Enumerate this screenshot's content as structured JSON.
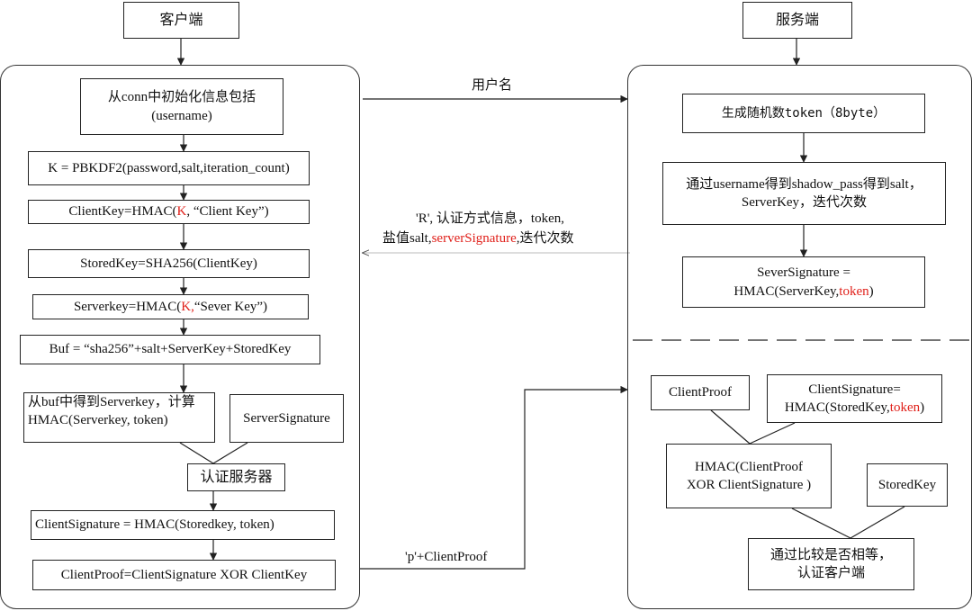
{
  "client_header": "客户端",
  "server_header": "服务端",
  "client": {
    "init": [
      "从conn中初始化信息包括",
      "(username)"
    ],
    "k_derive": "K = PBKDF2(password,salt,iteration_count)",
    "client_key": {
      "pre": "ClientKey=HMAC(",
      "red": "K",
      "post": ", “Client Key”)"
    },
    "stored_key": "StoredKey=SHA256(ClientKey)",
    "server_key": {
      "pre": "Serverkey=HMAC(",
      "red": "K,",
      "post": "“Sever Key”)"
    },
    "buf": "Buf = “sha256”+salt+ServerKey+StoredKey",
    "compute": [
      "从buf中得到Serverkey，计算",
      "HMAC(Serverkey, token)"
    ],
    "server_signature": "ServerSignature",
    "verify_server": "认证服务器",
    "client_signature": "ClientSignature = HMAC(Storedkey, token)",
    "client_proof": "ClientProof=ClientSignature XOR ClientKey"
  },
  "server": {
    "gen_token": "生成随机数token（8byte）",
    "lookup": [
      "通过username得到shadow_pass得到salt，",
      "ServerKey，迭代次数"
    ],
    "sever_signature": {
      "line1": "SeverSignature =",
      "pre": "HMAC(ServerKey,",
      "red": "token",
      "post": ")"
    },
    "client_proof": "ClientProof",
    "client_signature": {
      "line1": "ClientSignature=",
      "pre": "HMAC(StoredKey,",
      "red": "token",
      "post": ")"
    },
    "hmac_xor": [
      "HMAC(ClientProof",
      "XOR ClientSignature )"
    ],
    "stored_key": "StoredKey",
    "compare": [
      "通过比较是否相等，",
      "认证客户端"
    ]
  },
  "messages": {
    "username": "用户名",
    "r_msg_line1": "'R', 认证方式信息，token,",
    "r_msg_pre": "盐值salt,",
    "r_msg_red": "serverSignature",
    "r_msg_post": ",迭代次数",
    "p_msg": "'p'+ClientProof"
  },
  "colors": {
    "emphasis": "#e0201a",
    "line": "#222222",
    "dashed": "#bbbbbb"
  }
}
